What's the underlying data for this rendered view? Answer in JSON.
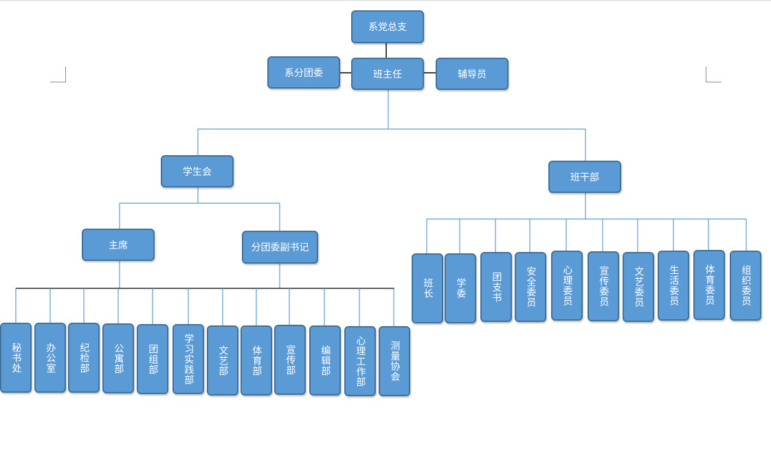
{
  "top": {
    "root": "系党总支",
    "headteacher": "班主任",
    "league": "系分团委",
    "counselor": "辅导员"
  },
  "branches": {
    "student_union": "学生会",
    "class_committee": "班干部"
  },
  "student_union": {
    "chairman": "主席",
    "deputy_secretary": "分团委副书记",
    "departments": [
      "秘书处",
      "办公室",
      "纪检部",
      "公寓部",
      "团组部",
      "学习实践部",
      "文艺部",
      "体育部",
      "宣传部",
      "编辑部",
      "心理工作部",
      "测量协会"
    ]
  },
  "class_committee": {
    "roles": [
      "班长",
      "学委",
      "团支书",
      "安全委员",
      "心理委员",
      "宣传委员",
      "文艺委员",
      "生活委员",
      "体育委员",
      "组织委员"
    ]
  },
  "colors": {
    "box_fill": "#5b9bd5",
    "box_border": "#41719c",
    "line": "#5b9bd5",
    "dark_line": "#000000"
  }
}
